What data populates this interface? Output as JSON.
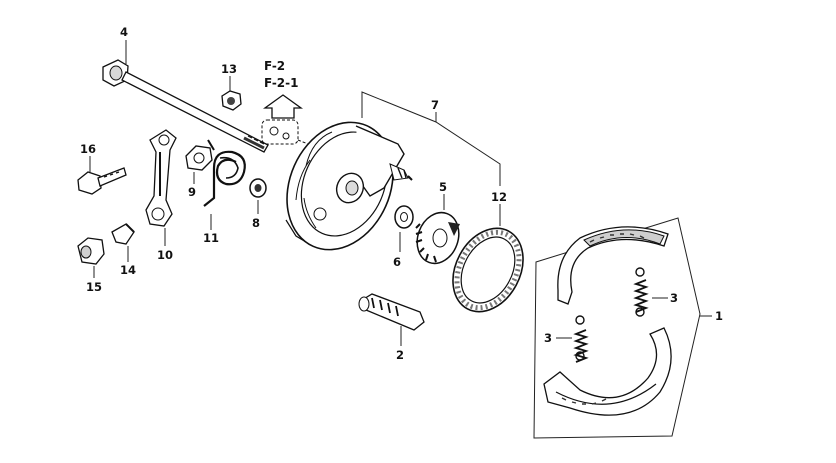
{
  "diagram": {
    "reference_lines": [
      "F-2",
      "F-2-1"
    ],
    "callouts": {
      "p1": "1",
      "p2": "2",
      "p3a": "3",
      "p3b": "3",
      "p4": "4",
      "p5": "5",
      "p6": "6",
      "p7": "7",
      "p8": "8",
      "p9": "9",
      "p10": "10",
      "p11": "11",
      "p12": "12",
      "p13": "13",
      "p14": "14",
      "p15": "15",
      "p16": "16"
    }
  }
}
